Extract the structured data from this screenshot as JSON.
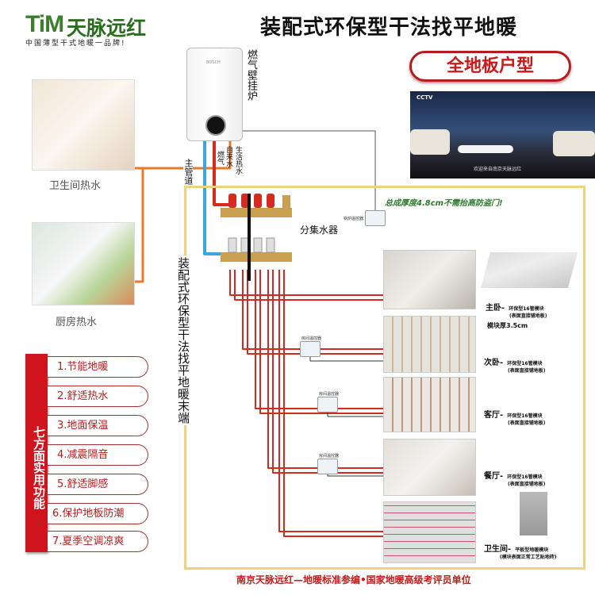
{
  "logo": {
    "mark": "TiM",
    "name": "天脉远红",
    "tagline": "中国薄型干式地暖一品牌!"
  },
  "title": "装配式环保型干法找平地暖",
  "badge": "全地板户型",
  "tv": {
    "channel": "CCTV",
    "caption": "欢迎来自南京天脉远红"
  },
  "boiler": {
    "label": "燃气壁挂炉",
    "brand": "BOSCH",
    "pipes": {
      "gas": "燃气",
      "tap": "自来水",
      "hot": "生活热水"
    },
    "main_pipe": "主管道"
  },
  "left": {
    "bathroom": "卫生间热水",
    "kitchen": "厨房热水"
  },
  "manifold": "分集水器",
  "thickness_note": "总成厚度4.8cm不需抬高防盗门!",
  "vertical_title": "装配式环保型干法找平地暖末端",
  "thermostats": {
    "boiler": "锅炉温控器",
    "room": "房间温控器"
  },
  "module_thickness": "模块厚3.5cm",
  "rooms": [
    {
      "name": "主卧-",
      "desc1": "环保型16管模块",
      "desc2": "(表面直接铺地板)"
    },
    {
      "name": "次卧-",
      "desc1": "环保型16管模块",
      "desc2": "(表面直接铺地板)"
    },
    {
      "name": "客厅-",
      "desc1": "环保型16管模块",
      "desc2": "(表面直接铺地板)"
    },
    {
      "name": "餐厅-",
      "desc1": "环保型16管模块",
      "desc2": "(表面直接铺地板)"
    },
    {
      "name": "卫生间-",
      "desc1": "平板型地暖模块",
      "desc2": "(模块表面正常工艺贴地砖)"
    }
  ],
  "features": {
    "title": "七方面实用功能",
    "items": [
      "1.节能地暖",
      "2.舒适热水",
      "3.地面保温",
      "4.减震隔音",
      "5.舒适脚感",
      "6.保护地板防潮",
      "7.夏季空调凉爽"
    ]
  },
  "footer": "南京天脉远红—地暖标准参编•国家地暖高级考评员单位",
  "colors": {
    "red": "#c81a1a",
    "pipe_red": "#d42a20",
    "pipe_blue": "#3aa6dc",
    "pipe_orange": "#e87a2a",
    "border_yellow": "#efd37a",
    "green": "#2c7b2c"
  }
}
